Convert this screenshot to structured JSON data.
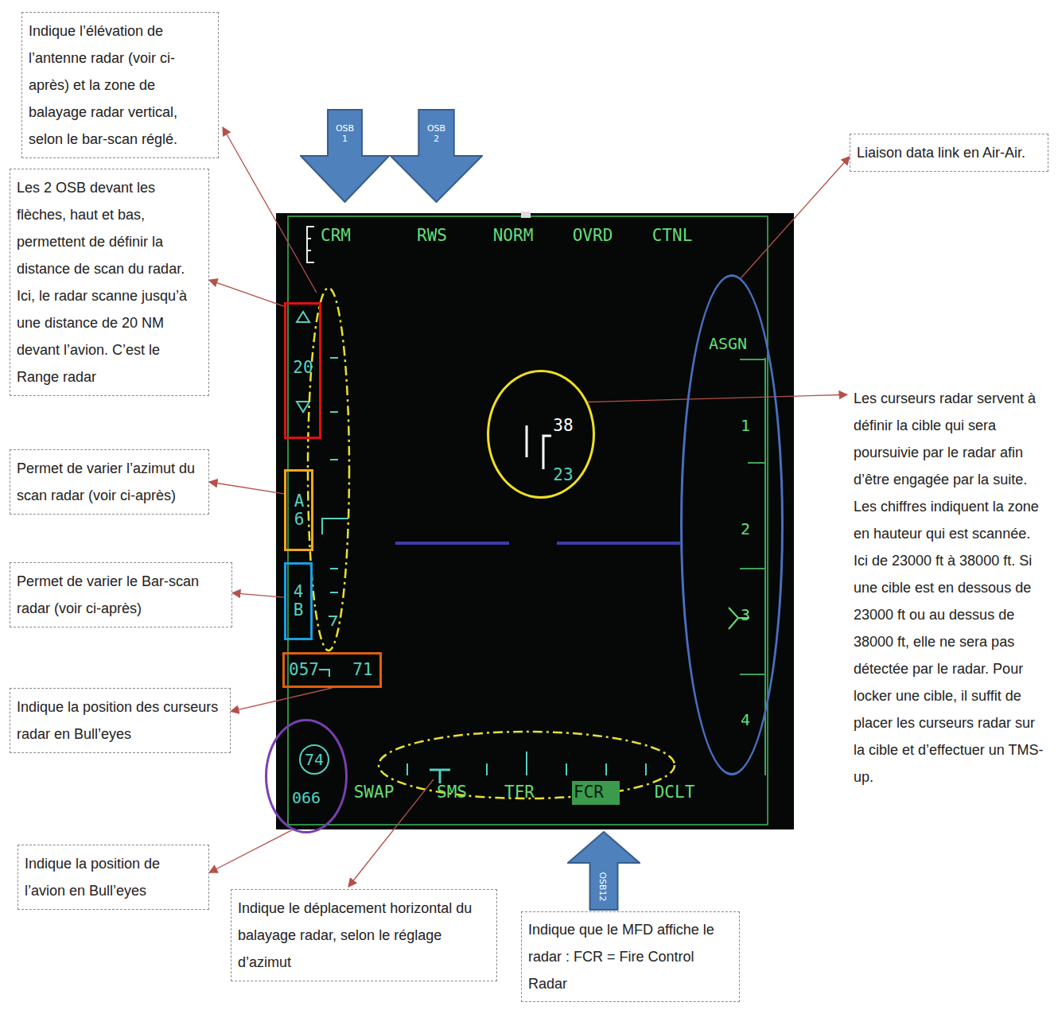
{
  "diagram": {
    "nodes": [
      {
        "text": [
          "Indique l’élévation de l’antenne radar (voir ci-après) et la zone de balayage radar vertical, selon le bar-scan réglé."
        ]
      },
      {
        "text": [
          "OSB 1"
        ]
      },
      {
        "text": [
          "OSB 2"
        ]
      },
      {
        "text": [
          "Liaison data link en Air-Air."
        ]
      },
      {
        "text": [
          "Les 2 OSB devant les flèches, haut et bas, permettent de définir la distance de scan du radar. Ici, le radar scanne jusqu’à une distance de 20 NM devant l’avion. C’est le Range radar"
        ]
      },
      {
        "text": [
          "CRM",
          "RWS",
          "NORM",
          "OVRD",
          "CTNL",
          "SWAP",
          "SMS",
          "TFR",
          "FCR",
          "DCLT"
        ]
      },
      {
        "text": [
          "20"
        ],
        "in": 5
      },
      {
        "text": [
          "A 6"
        ],
        "in": 5
      },
      {
        "text": [
          "4 B"
        ],
        "in": 5
      },
      {
        "text": [
          "057",
          "71"
        ],
        "in": 5
      },
      {
        "text": [
          "74",
          "066"
        ],
        "in": 5
      },
      {
        "text": [
          "38",
          "23"
        ],
        "in": 5
      },
      {
        "text": [
          "ASGN",
          "1",
          "2",
          "3",
          "4"
        ],
        "in": 5
      },
      {
        "text": [
          "Les curseurs radar servent à définir la cible qui sera poursuivie par le radar afin d’être engagée par la suite. Les chiffres indiquent la zone en hauteur qui est scannée. Ici de 23000 ft à 38000 ft. Si une cible est en dessous de 23000 ft ou au dessus de 38000 ft, elle ne sera pas détectée par le radar. Pour locker une cible, il suffit de placer les curseurs radar sur la cible et d’effectuer un TMS-up."
        ]
      },
      {
        "text": [
          "Permet de varier l’azimut du scan radar (voir ci-après)"
        ]
      },
      {
        "text": [
          "Permet de varier le Bar-scan radar (voir ci-après)"
        ]
      },
      {
        "text": [
          "Indique la position des curseurs radar en Bull’eyes"
        ]
      },
      {
        "text": [
          "Indique la position de l’avion en Bull’eyes"
        ]
      },
      {
        "text": [
          "Indique le déplacement horizontal du balayage radar, selon le réglage d’azimut"
        ]
      },
      {
        "text": [
          "OSB12"
        ]
      },
      {
        "text": [
          "Indique que le MFD affiche le radar : FCR = Fire Control Radar"
        ]
      }
    ],
    "edges": [
      {
        "from": 6,
        "to": 4,
        "arrow": "to"
      },
      {
        "from": 7,
        "to": 14,
        "arrow": "to"
      },
      {
        "from": 8,
        "to": 15,
        "arrow": "to"
      },
      {
        "from": 9,
        "to": 16,
        "arrow": "to"
      },
      {
        "from": 10,
        "to": 17,
        "arrow": "to"
      },
      {
        "from": 11,
        "to": 13,
        "arrow": "to"
      },
      {
        "from": 12,
        "to": 3,
        "arrow": "to"
      }
    ]
  }
}
